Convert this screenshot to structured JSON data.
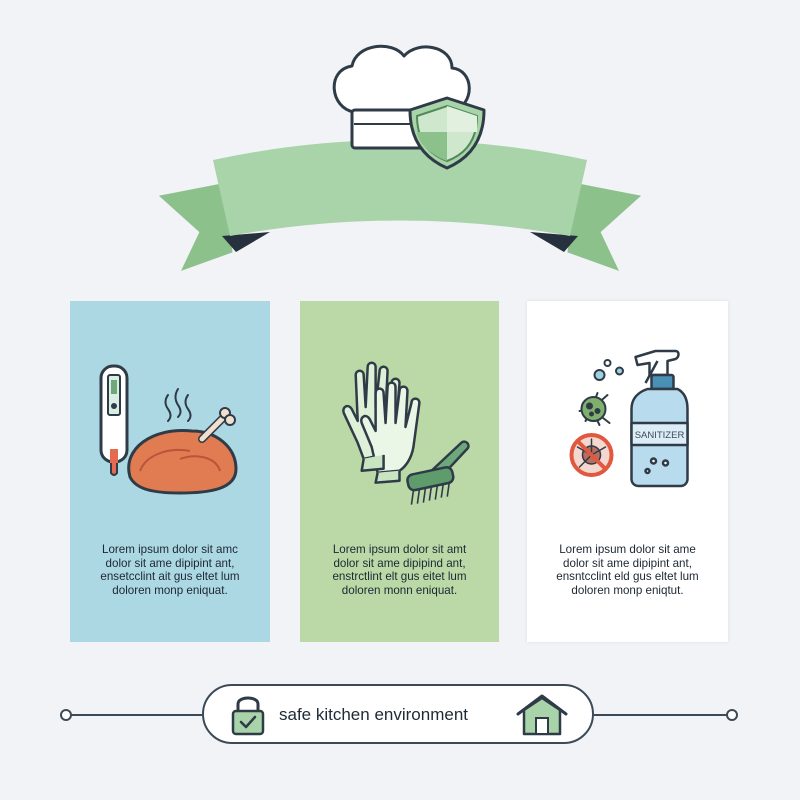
{
  "cards": [
    {
      "name": "cooking-temperature",
      "lines": [
        "Lorem ipsum dolor sit amc",
        "dolor sit ame dipipint ant,",
        "ensetcclint ait gus eltet lum",
        "doloren monp eniquat."
      ]
    },
    {
      "name": "hygiene",
      "lines": [
        "Lorem ipsum dolor sit amt",
        "dolor sit ame dipipind ant,",
        "enstrctlint elt gus eitet lum",
        "doloren monn eniquat."
      ]
    },
    {
      "name": "sanitizing",
      "lines": [
        "Lorem ipsum dolor sit ame",
        "dolor sit ame dipipint ant,",
        "ensntcclint eld gus eltet lum",
        "doloren monp eniqtut."
      ],
      "bottle_label": "SANITIZER"
    }
  ],
  "footer": {
    "label": "safe kitchen environment"
  },
  "colors": {
    "background": "#f1f3f7",
    "card1": "#acd8e3",
    "card2": "#bad9a7",
    "card3": "#ffffff",
    "ribbon": "#a9d3a8",
    "ribbon_dark": "#8cc18c",
    "outline": "#3c4a58"
  },
  "icons": [
    "chef-hat-icon",
    "shield-icon",
    "thermometer-icon",
    "roast-chicken-icon",
    "gloves-icon",
    "scrub-brush-icon",
    "germ-icon",
    "no-germs-icon",
    "spray-bottle-icon",
    "padlock-icon",
    "house-icon"
  ]
}
